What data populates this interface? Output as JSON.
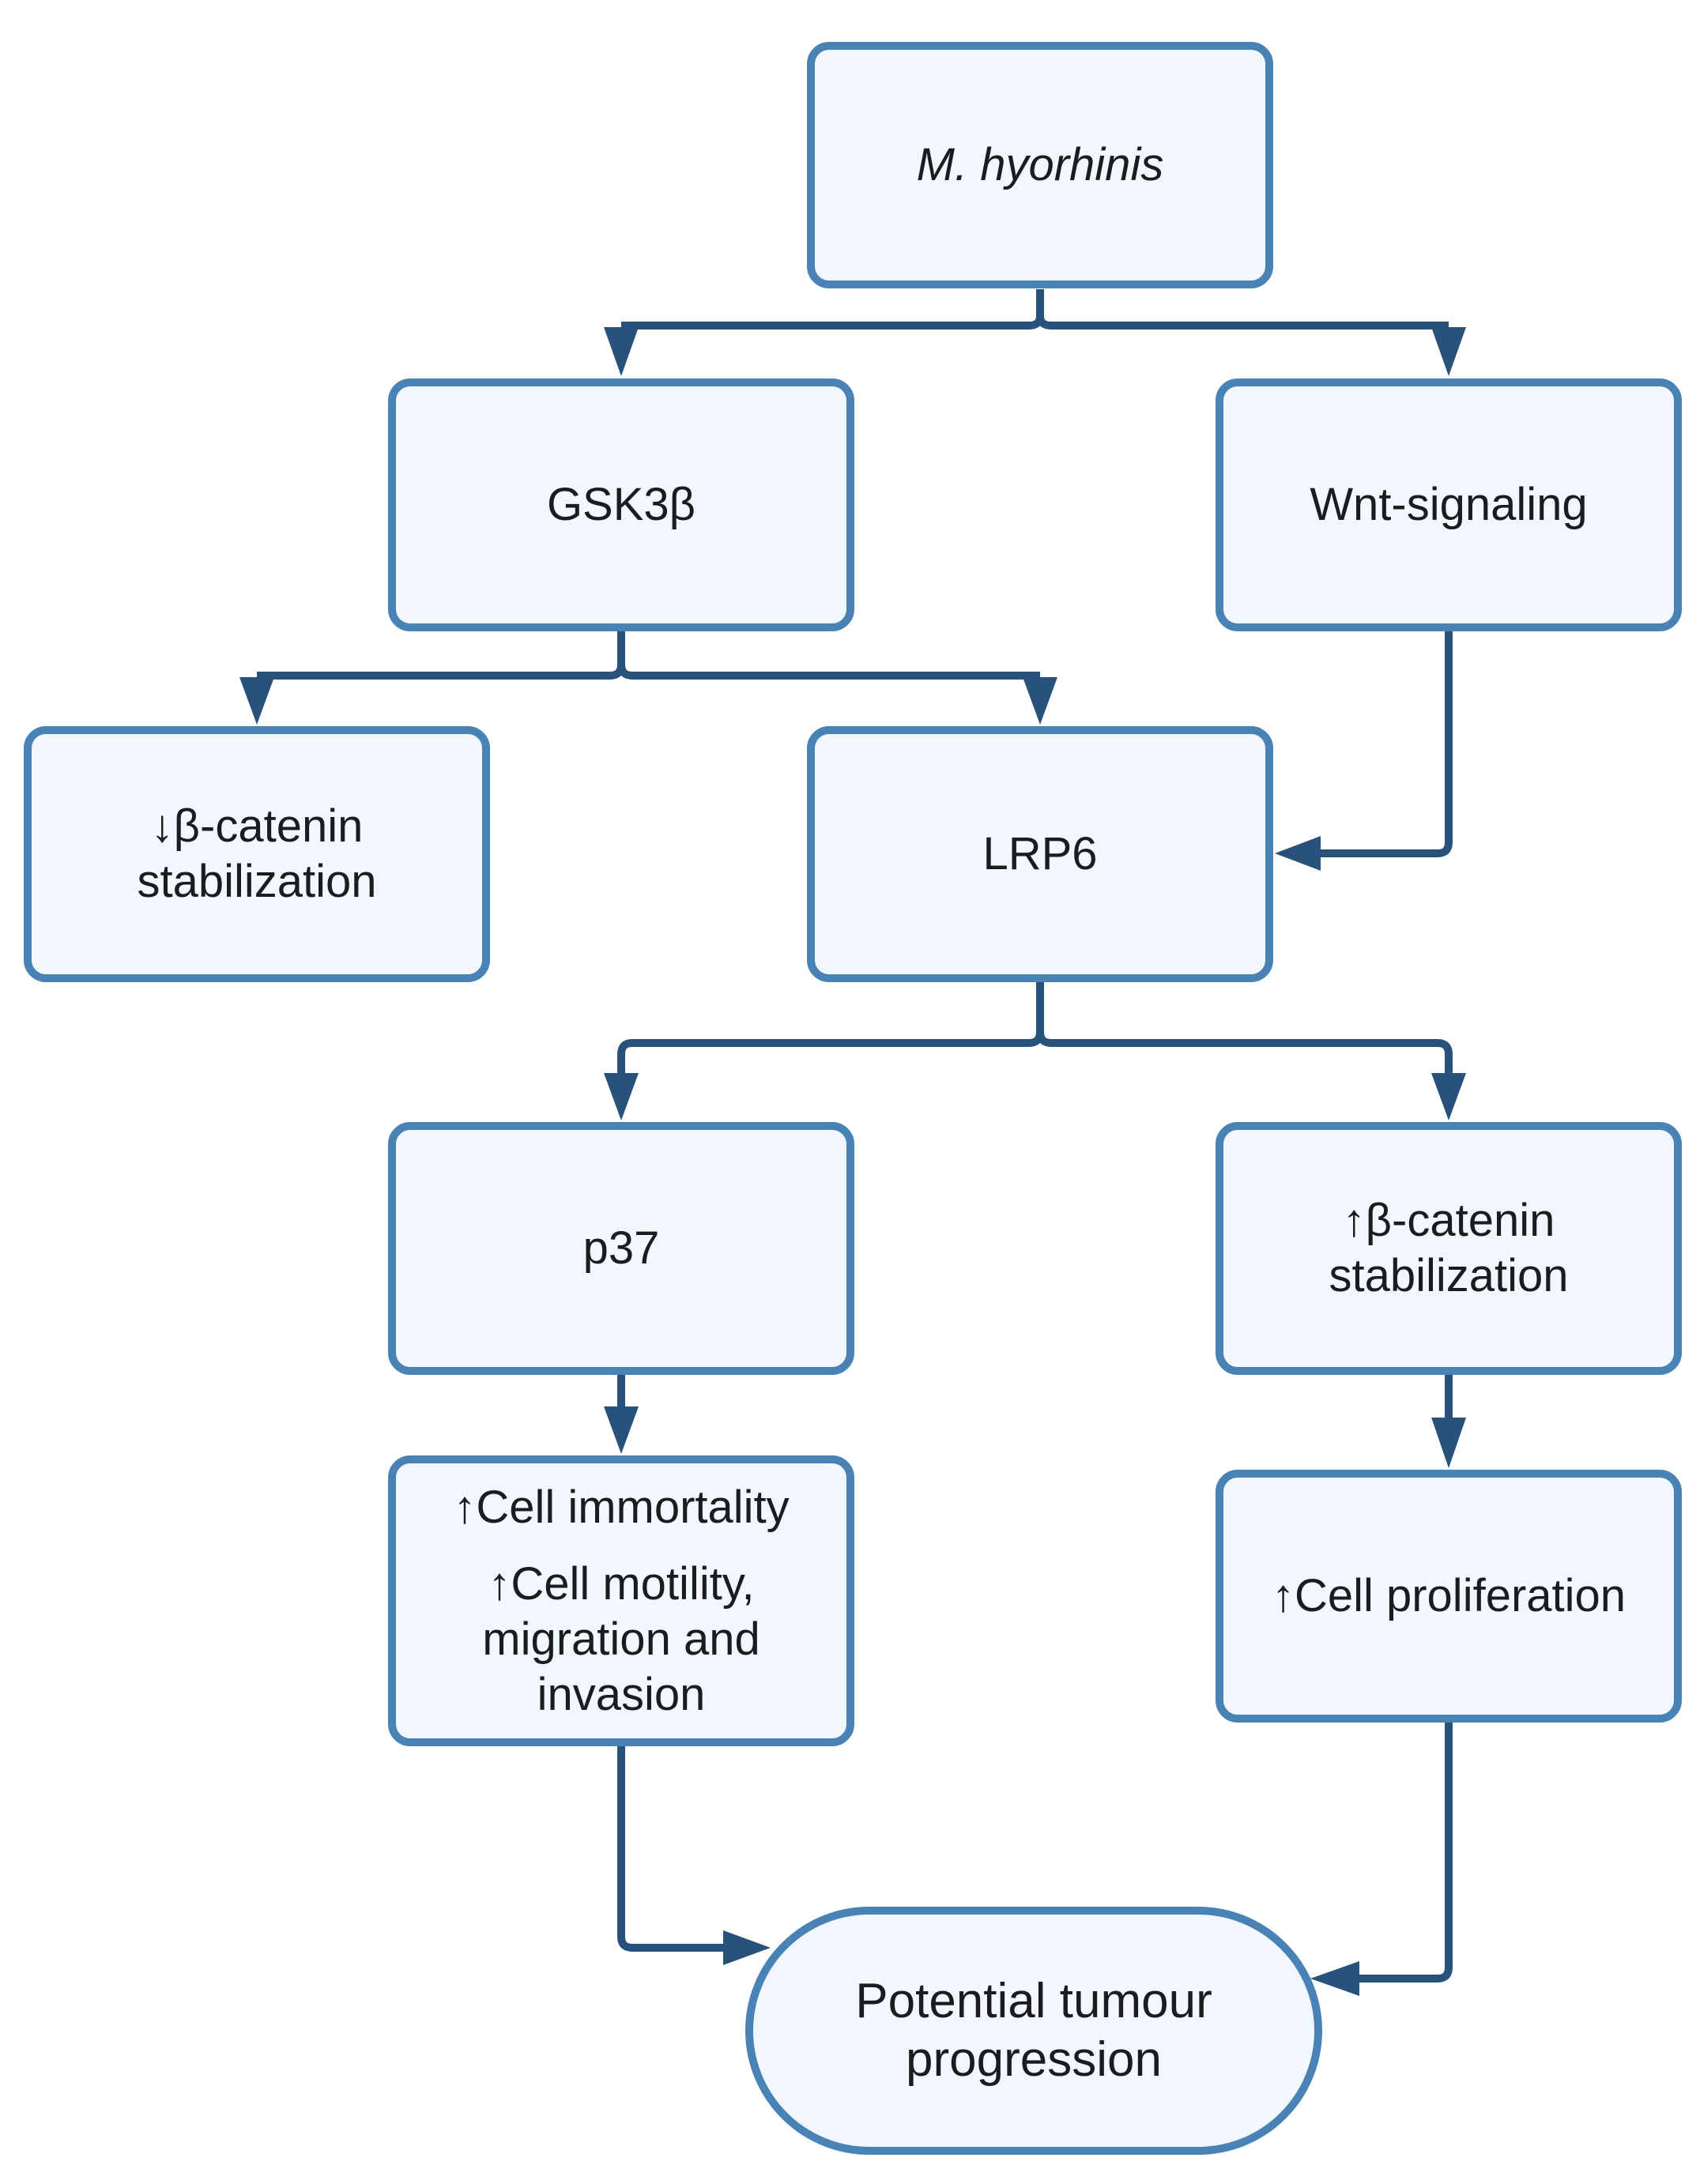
{
  "theme": {
    "box_border": "#4983b5",
    "box_fill": "#f1f7fd",
    "connector": "#28527c",
    "text": "#1c1c1e",
    "background": "#ffffff"
  },
  "nodes": {
    "m_hyorhinis": {
      "label": "M. hyorhinis"
    },
    "gsk3b": {
      "label": "GSK3β"
    },
    "wnt_signaling": {
      "label": "Wnt-signaling"
    },
    "beta_catenin_down": {
      "label": "↓β-catenin stabilization"
    },
    "lrp6": {
      "label": "LRP6"
    },
    "p37": {
      "label": "p37"
    },
    "beta_catenin_up": {
      "label": "↑β-catenin stabilization"
    },
    "cell_immortality": {
      "line1": "↑Cell immortality",
      "line2": "↑Cell motility, migration and invasion"
    },
    "cell_proliferation": {
      "label": "↑Cell proliferation"
    },
    "tumour_progression": {
      "label": "Potential tumour progression"
    }
  }
}
